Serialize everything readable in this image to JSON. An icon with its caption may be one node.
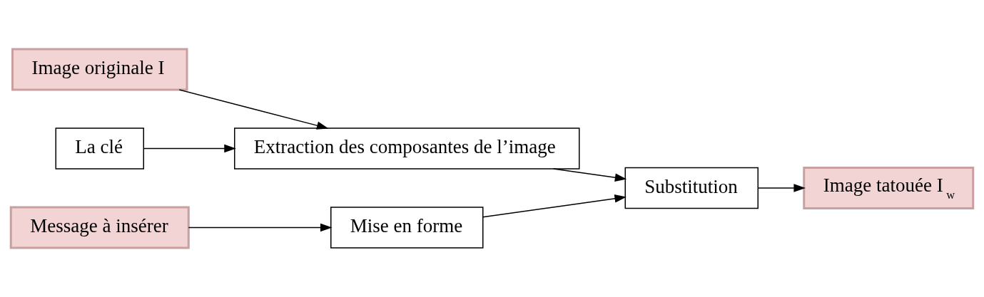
{
  "diagram": {
    "nodes": [
      {
        "text": [
          "Image originale I"
        ]
      },
      {
        "text": [
          "Extraction des composantes de l’image"
        ]
      },
      {
        "text": [
          "Substitution"
        ]
      },
      {
        "text": [
          "Image tatouée I$_{w}$"
        ]
      },
      {
        "text": [
          "La clé"
        ]
      },
      {
        "text": [
          "Message à insérer"
        ]
      },
      {
        "text": [
          "Mise en forme"
        ]
      }
    ],
    "edges": [
      {
        "from": 0,
        "to": 1,
        "arrow": "to"
      },
      {
        "from": 1,
        "to": 2,
        "arrow": "to"
      },
      {
        "from": 2,
        "to": 3,
        "arrow": "to"
      },
      {
        "from": 4,
        "to": 1,
        "arrow": "to"
      },
      {
        "from": 5,
        "to": 6,
        "arrow": "to"
      },
      {
        "from": 6,
        "to": 2,
        "arrow": "to"
      }
    ]
  }
}
